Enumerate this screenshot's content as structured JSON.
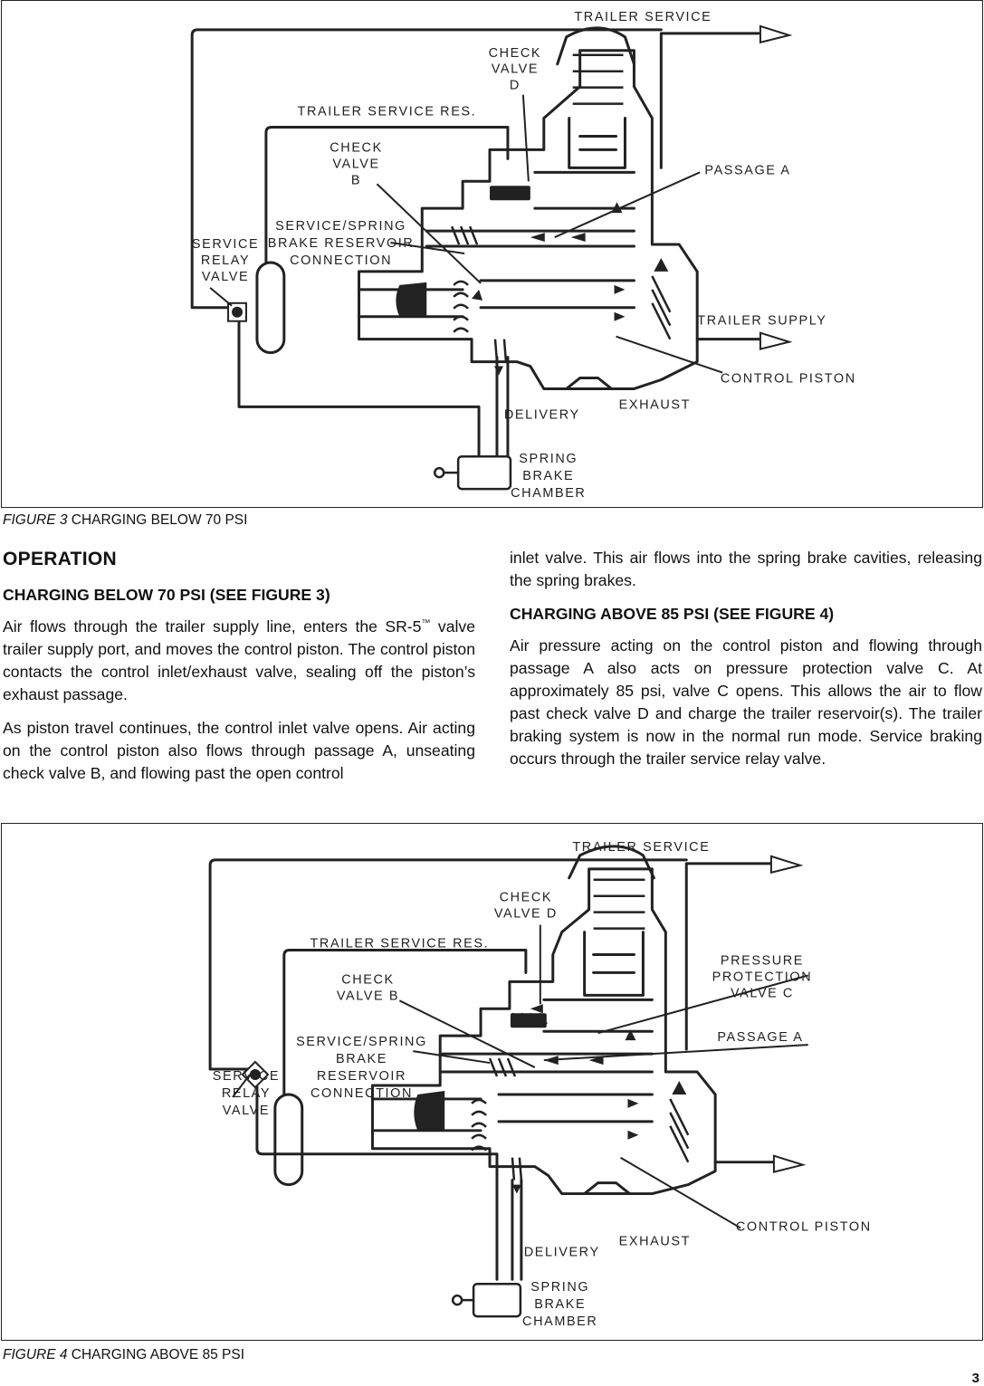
{
  "figure3": {
    "labels": {
      "trailer_service": "TRAILER SERVICE",
      "check_valve_d": [
        "CHECK",
        "VALVE",
        "D"
      ],
      "trailer_service_res": "TRAILER SERVICE RES.",
      "check_valve_b": [
        "CHECK",
        "VALVE",
        "B"
      ],
      "passage_a": "PASSAGE  A",
      "service_spring": [
        "SERVICE/SPRING",
        "BRAKE RESERVOIR",
        "CONNECTION"
      ],
      "service_relay": [
        "SERVICE",
        "RELAY",
        "VALVE"
      ],
      "trailer_supply": "TRAILER SUPPLY",
      "control_piston": "CONTROL  PISTON",
      "exhaust": "EXHAUST",
      "delivery": "DELIVERY",
      "spring_brake": [
        "SPRING",
        "BRAKE",
        "CHAMBER"
      ]
    },
    "caption_italic": "FIGURE 3",
    "caption_text": " CHARGING BELOW 70 PSI"
  },
  "figure4": {
    "labels": {
      "trailer_service": "TRAILER  SERVICE",
      "check_valve_d": [
        "CHECK",
        "VALVE  D"
      ],
      "trailer_service_res": "TRAILER  SERVICE  RES.",
      "pressure_protection": [
        "PRESSURE",
        "PROTECTION",
        "VALVE  C"
      ],
      "check_valve_b": [
        "CHECK",
        "VALVE  B"
      ],
      "passage_a": "PASSAGE  A",
      "service_spring": [
        "SERVICE/SPRING",
        "BRAKE",
        "RESERVOIR",
        "CONNECTION"
      ],
      "service_relay": [
        "SERVICE",
        "RELAY",
        "VALVE"
      ],
      "control_piston": "CONTROL  PISTON",
      "exhaust": "EXHAUST",
      "delivery": "DELIVERY",
      "spring_brake": [
        "SPRING",
        "BRAKE",
        "CHAMBER"
      ]
    },
    "caption_italic": "FIGURE 4",
    "caption_text": " CHARGING ABOVE 85 PSI"
  },
  "text": {
    "heading": "OPERATION",
    "sub1": "CHARGING BELOW 70 PSI (SEE FIGURE 3)",
    "p1_a": "Air flows through the trailer supply line, enters the SR-5",
    "p1_tm": "™",
    "p1_b": " valve trailer supply port, and moves the control piston. The control piston contacts the control inlet/exhaust valve, sealing off the piston’s exhaust passage.",
    "p2": "As piston travel continues, the control inlet valve opens. Air acting on the control piston also flows through passage A, unseating check valve B, and flowing past the open control",
    "p3": "inlet valve. This air flows into the spring brake cavities, releasing the spring brakes.",
    "sub2": "CHARGING ABOVE 85 PSI (SEE FIGURE 4)",
    "p4": "Air pressure acting on the control piston and flowing through passage A also acts on pressure protection valve C. At approximately 85 psi, valve C opens. This allows the air to flow past check valve D and charge the trailer reservoir(s). The trailer braking system is now in the normal run mode. Service braking occurs through the trailer service relay valve."
  },
  "page_number": "3"
}
